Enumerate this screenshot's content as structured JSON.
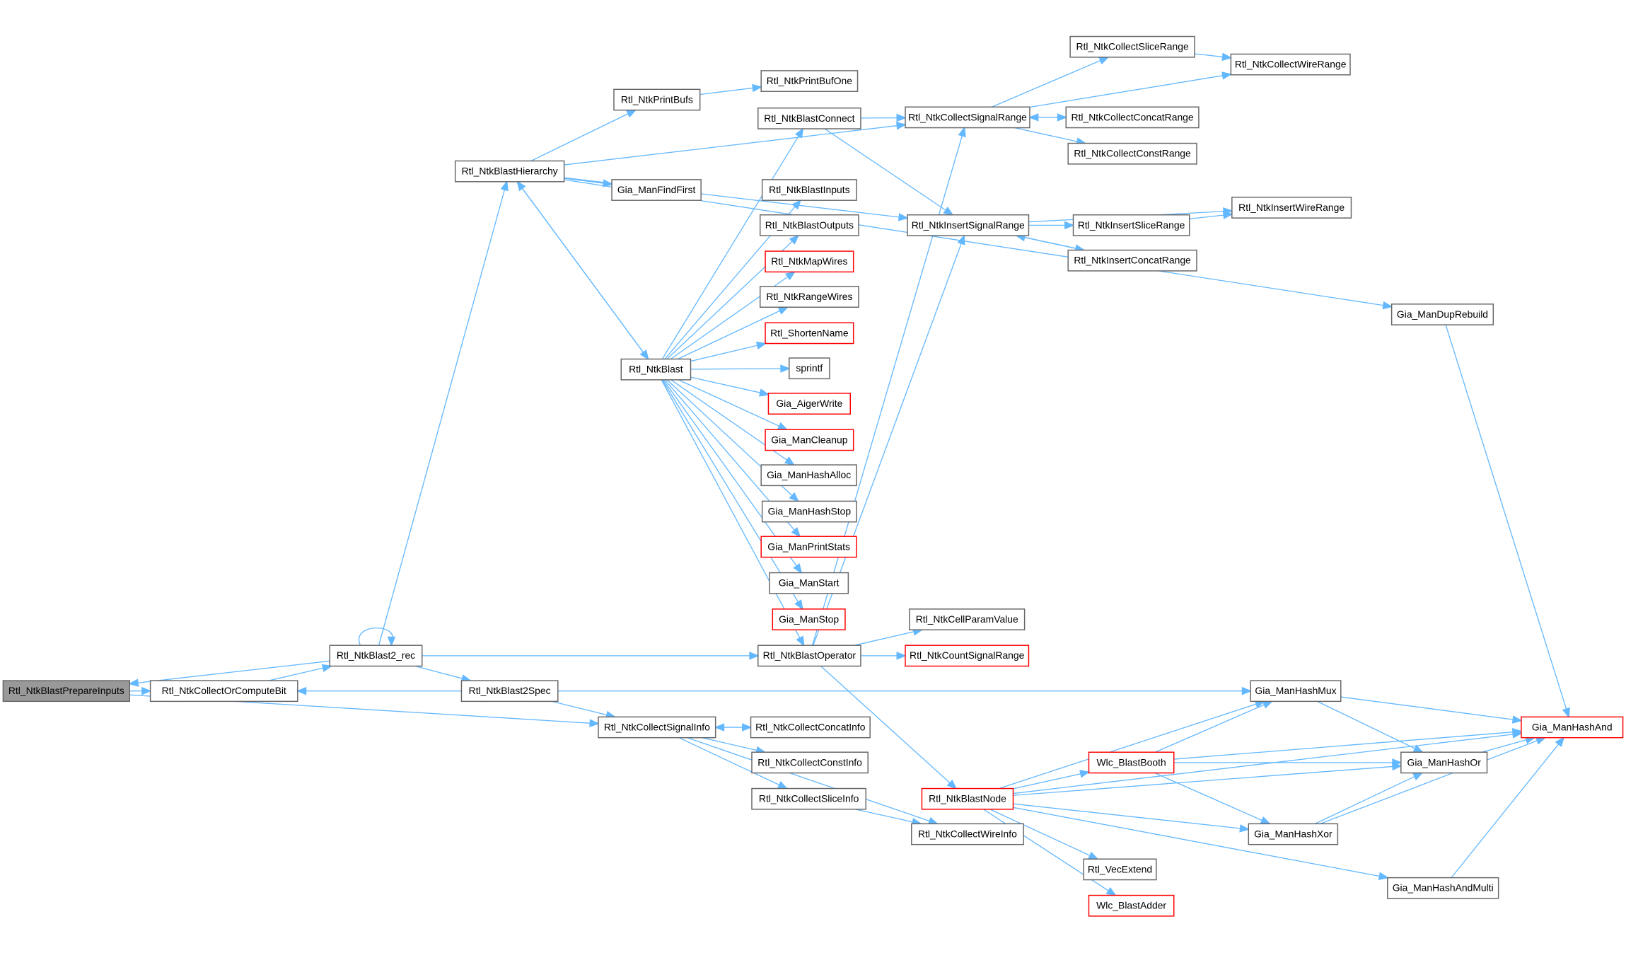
{
  "graph": {
    "edge_color": "#63b8ff",
    "root_fill": "#999999",
    "red_border": "#ff0000",
    "nodes": [
      {
        "id": "prep",
        "label": "Rtl_NtkBlastPrepareInputs",
        "root": true
      },
      {
        "id": "corb",
        "label": "Rtl_NtkCollectOrComputeBit"
      },
      {
        "id": "b2rec",
        "label": "Rtl_NtkBlast2_rec"
      },
      {
        "id": "b2spec",
        "label": "Rtl_NtkBlast2Spec"
      },
      {
        "id": "hier",
        "label": "Rtl_NtkBlastHierarchy"
      },
      {
        "id": "pbufs",
        "label": "Rtl_NtkPrintBufs"
      },
      {
        "id": "ffirst",
        "label": "Gia_ManFindFirst"
      },
      {
        "id": "pbuf1",
        "label": "Rtl_NtkPrintBufOne"
      },
      {
        "id": "blast",
        "label": "Rtl_NtkBlast"
      },
      {
        "id": "bconn",
        "label": "Rtl_NtkBlastConnect"
      },
      {
        "id": "binp",
        "label": "Rtl_NtkBlastInputs"
      },
      {
        "id": "bout",
        "label": "Rtl_NtkBlastOutputs"
      },
      {
        "id": "mapw",
        "label": "Rtl_NtkMapWires",
        "red": true
      },
      {
        "id": "rangew",
        "label": "Rtl_NtkRangeWires"
      },
      {
        "id": "short",
        "label": "Rtl_ShortenName",
        "red": true
      },
      {
        "id": "sprintf",
        "label": "sprintf"
      },
      {
        "id": "aiger",
        "label": "Gia_AigerWrite",
        "red": true
      },
      {
        "id": "clean",
        "label": "Gia_ManCleanup",
        "red": true
      },
      {
        "id": "halloc",
        "label": "Gia_ManHashAlloc"
      },
      {
        "id": "hstop",
        "label": "Gia_ManHashStop"
      },
      {
        "id": "pstats",
        "label": "Gia_ManPrintStats",
        "red": true
      },
      {
        "id": "mstart",
        "label": "Gia_ManStart"
      },
      {
        "id": "mstop",
        "label": "Gia_ManStop",
        "red": true
      },
      {
        "id": "bop",
        "label": "Rtl_NtkBlastOperator"
      },
      {
        "id": "csr",
        "label": "Rtl_NtkCollectSignalRange"
      },
      {
        "id": "isr",
        "label": "Rtl_NtkInsertSignalRange"
      },
      {
        "id": "cslr",
        "label": "Rtl_NtkCollectSliceRange"
      },
      {
        "id": "cwr",
        "label": "Rtl_NtkCollectWireRange"
      },
      {
        "id": "ccr",
        "label": "Rtl_NtkCollectConcatRange"
      },
      {
        "id": "cconr",
        "label": "Rtl_NtkCollectConstRange"
      },
      {
        "id": "iwr",
        "label": "Rtl_NtkInsertWireRange"
      },
      {
        "id": "islr",
        "label": "Rtl_NtkInsertSliceRange"
      },
      {
        "id": "icr",
        "label": "Rtl_NtkInsertConcatRange"
      },
      {
        "id": "dup",
        "label": "Gia_ManDupRebuild"
      },
      {
        "id": "cpv",
        "label": "Rtl_NtkCellParamValue"
      },
      {
        "id": "cntsr",
        "label": "Rtl_NtkCountSignalRange",
        "red": true
      },
      {
        "id": "csi",
        "label": "Rtl_NtkCollectSignalInfo"
      },
      {
        "id": "cci",
        "label": "Rtl_NtkCollectConcatInfo"
      },
      {
        "id": "cconi",
        "label": "Rtl_NtkCollectConstInfo"
      },
      {
        "id": "csli",
        "label": "Rtl_NtkCollectSliceInfo"
      },
      {
        "id": "cwi",
        "label": "Rtl_NtkCollectWireInfo"
      },
      {
        "id": "bnode",
        "label": "Rtl_NtkBlastNode",
        "red": true
      },
      {
        "id": "hmux",
        "label": "Gia_ManHashMux"
      },
      {
        "id": "hand",
        "label": "Gia_ManHashAnd",
        "red": true
      },
      {
        "id": "booth",
        "label": "Wlc_BlastBooth",
        "red": true
      },
      {
        "id": "hor",
        "label": "Gia_ManHashOr"
      },
      {
        "id": "hxor",
        "label": "Gia_ManHashXor"
      },
      {
        "id": "vecx",
        "label": "Rtl_VecExtend"
      },
      {
        "id": "adder",
        "label": "Wlc_BlastAdder",
        "red": true
      },
      {
        "id": "handm",
        "label": "Gia_ManHashAndMulti"
      }
    ],
    "edges": [
      [
        "prep",
        "corb"
      ],
      [
        "prep",
        "csi"
      ],
      [
        "b2rec",
        "prep"
      ],
      [
        "b2rec",
        "b2rec"
      ],
      [
        "b2rec",
        "hier"
      ],
      [
        "b2rec",
        "b2spec"
      ],
      [
        "b2rec",
        "bop"
      ],
      [
        "corb",
        "b2rec"
      ],
      [
        "b2spec",
        "corb"
      ],
      [
        "b2spec",
        "csi"
      ],
      [
        "b2spec",
        "hmux"
      ],
      [
        "hier",
        "pbufs"
      ],
      [
        "hier",
        "ffirst"
      ],
      [
        "hier",
        "blast"
      ],
      [
        "hier",
        "csr"
      ],
      [
        "hier",
        "isr"
      ],
      [
        "hier",
        "dup"
      ],
      [
        "pbufs",
        "pbuf1"
      ],
      [
        "blast",
        "hier"
      ],
      [
        "blast",
        "bconn"
      ],
      [
        "blast",
        "binp"
      ],
      [
        "blast",
        "bout"
      ],
      [
        "blast",
        "mapw"
      ],
      [
        "blast",
        "rangew"
      ],
      [
        "blast",
        "short"
      ],
      [
        "blast",
        "sprintf"
      ],
      [
        "blast",
        "aiger"
      ],
      [
        "blast",
        "clean"
      ],
      [
        "blast",
        "halloc"
      ],
      [
        "blast",
        "hstop"
      ],
      [
        "blast",
        "pstats"
      ],
      [
        "blast",
        "mstart"
      ],
      [
        "blast",
        "mstop"
      ],
      [
        "blast",
        "bop"
      ],
      [
        "bconn",
        "csr"
      ],
      [
        "bconn",
        "isr"
      ],
      [
        "csr",
        "cslr"
      ],
      [
        "csr",
        "cwr"
      ],
      [
        "csr",
        "ccr"
      ],
      [
        "csr",
        "cconr"
      ],
      [
        "cslr",
        "cwr"
      ],
      [
        "ccr",
        "csr"
      ],
      [
        "isr",
        "iwr"
      ],
      [
        "isr",
        "islr"
      ],
      [
        "isr",
        "icr"
      ],
      [
        "islr",
        "iwr"
      ],
      [
        "icr",
        "isr"
      ],
      [
        "dup",
        "hand"
      ],
      [
        "bop",
        "csr"
      ],
      [
        "bop",
        "isr"
      ],
      [
        "bop",
        "cpv"
      ],
      [
        "bop",
        "cntsr"
      ],
      [
        "bop",
        "bnode"
      ],
      [
        "csi",
        "cci"
      ],
      [
        "csi",
        "cconi"
      ],
      [
        "csi",
        "csli"
      ],
      [
        "csi",
        "cwi"
      ],
      [
        "cci",
        "csi"
      ],
      [
        "csli",
        "cwi"
      ],
      [
        "bnode",
        "hand"
      ],
      [
        "bnode",
        "hmux"
      ],
      [
        "bnode",
        "booth"
      ],
      [
        "bnode",
        "hor"
      ],
      [
        "bnode",
        "hxor"
      ],
      [
        "bnode",
        "vecx"
      ],
      [
        "bnode",
        "adder"
      ],
      [
        "bnode",
        "handm"
      ],
      [
        "booth",
        "hmux"
      ],
      [
        "booth",
        "hand"
      ],
      [
        "booth",
        "hor"
      ],
      [
        "booth",
        "hxor"
      ],
      [
        "hmux",
        "hand"
      ],
      [
        "hmux",
        "hor"
      ],
      [
        "hor",
        "hand"
      ],
      [
        "hxor",
        "hor"
      ],
      [
        "hxor",
        "hand"
      ],
      [
        "handm",
        "hand"
      ]
    ]
  }
}
